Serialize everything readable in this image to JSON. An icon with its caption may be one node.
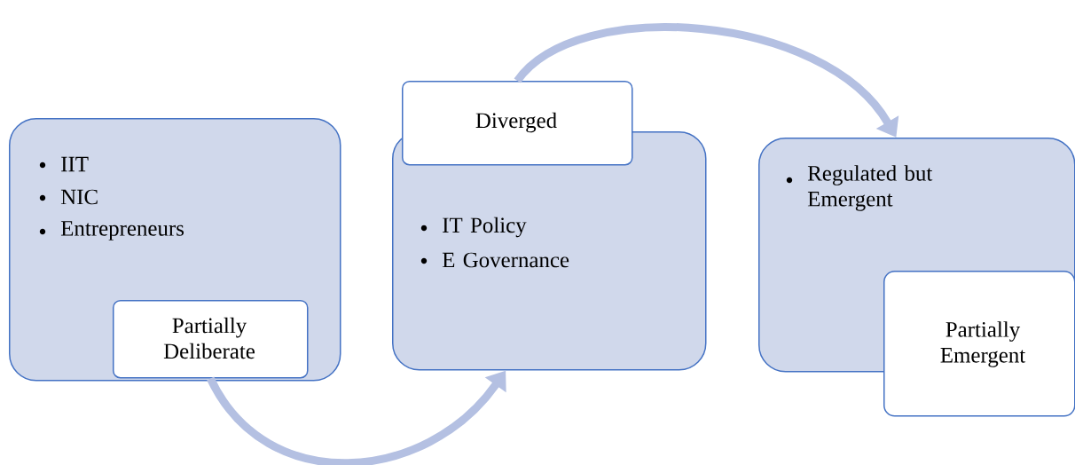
{
  "diagram": {
    "nodes": [
      {
        "text": [
          "IIT",
          "NIC",
          "Entrepreneurs"
        ]
      },
      {
        "text": [
          "Partially Deliberate"
        ],
        "in": 0
      },
      {
        "text": [
          "Diverged"
        ]
      },
      {
        "text": [
          "IT Policy",
          "E Governance"
        ]
      },
      {
        "text": [
          "Regulated but Emergent"
        ]
      },
      {
        "text": [
          "Partially Emergent"
        ]
      }
    ],
    "edges": [
      {
        "from": 1,
        "to": 3,
        "arrow": "to"
      },
      {
        "from": 2,
        "to": 4,
        "arrow": "to"
      }
    ]
  }
}
